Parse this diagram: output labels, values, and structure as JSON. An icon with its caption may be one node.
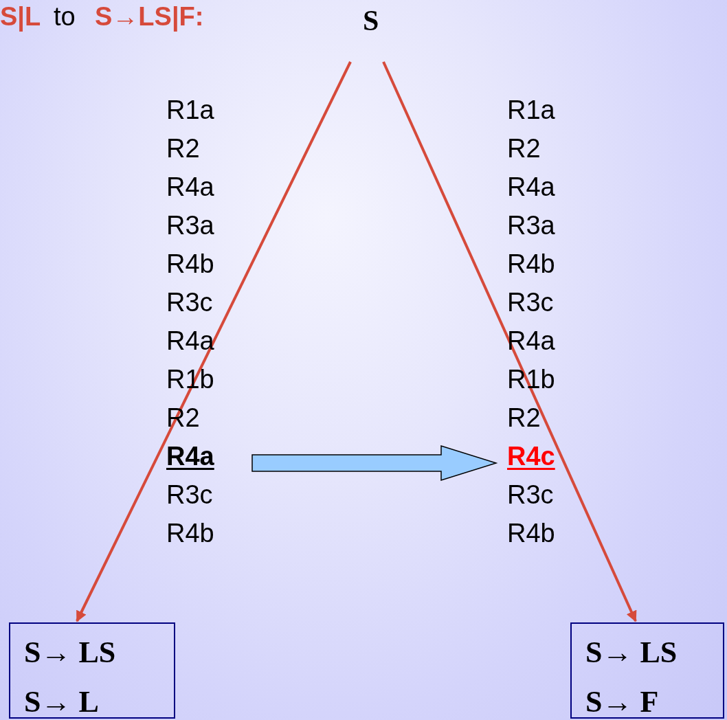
{
  "diagram": {
    "nodes": [
      {
        "text": [
          "S"
        ]
      },
      {
        "text": [
          "S→ LS",
          "S→ L"
        ]
      },
      {
        "text": [
          "S→ LS",
          "S→ F"
        ]
      },
      {
        "text": [
          "R4a"
        ]
      },
      {
        "text": [
          "R4c"
        ]
      }
    ],
    "edges": [
      {
        "from": 0,
        "to": 1,
        "arrow": "to"
      },
      {
        "from": 0,
        "to": 2,
        "arrow": "to"
      },
      {
        "from": 3,
        "to": 4,
        "arrow": "to",
        "style": "thick",
        "color": "#99ccff"
      }
    ],
    "labels": [
      "S|L",
      "to",
      "S→LS|F:",
      "R1a",
      "R2",
      "R4a",
      "R3a",
      "R4b",
      "R3c",
      "R4a",
      "R1b",
      "R2",
      "R3c",
      "R4b",
      "R1a",
      "R2",
      "R4a",
      "R3a",
      "R4b",
      "R3c",
      "R4a",
      "R1b",
      "R2",
      "R3c",
      "R4b"
    ]
  }
}
